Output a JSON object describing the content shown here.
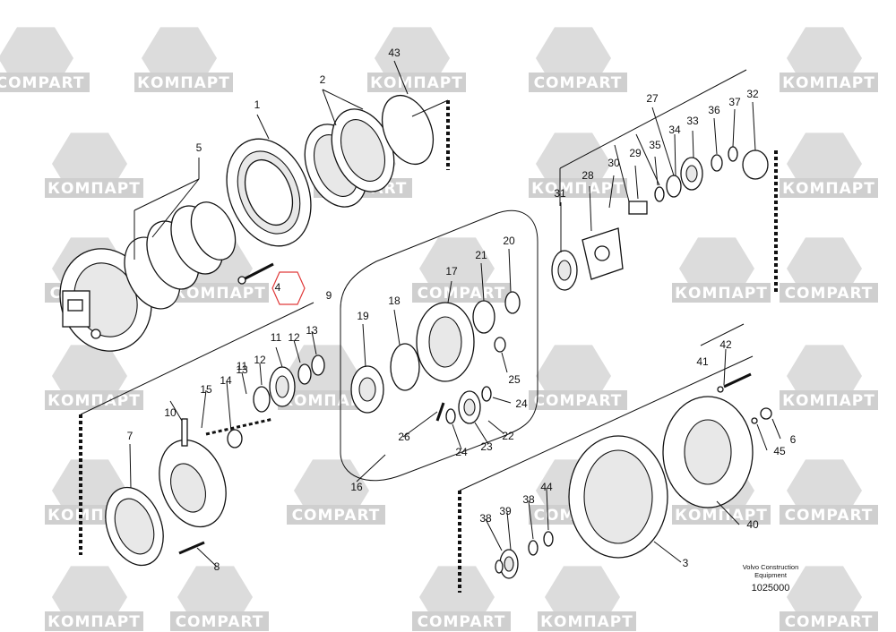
{
  "watermarks": [
    "COMPART",
    "КОМПАРТ"
  ],
  "callouts": [
    "1",
    "2",
    "3",
    "4",
    "5",
    "6",
    "7",
    "8",
    "9",
    "10",
    "11",
    "12",
    "13",
    "14",
    "15",
    "16",
    "17",
    "18",
    "19",
    "20",
    "21",
    "22",
    "23",
    "24",
    "25",
    "26",
    "27",
    "28",
    "29",
    "30",
    "31",
    "32",
    "33",
    "34",
    "35",
    "36",
    "37",
    "38",
    "39",
    "40",
    "41",
    "42",
    "43",
    "44",
    "45"
  ],
  "highlighted_part": "4",
  "footer": {
    "manufacturer_line1": "Volvo Construction",
    "manufacturer_line2": "Equipment",
    "document_number": "1025000"
  }
}
